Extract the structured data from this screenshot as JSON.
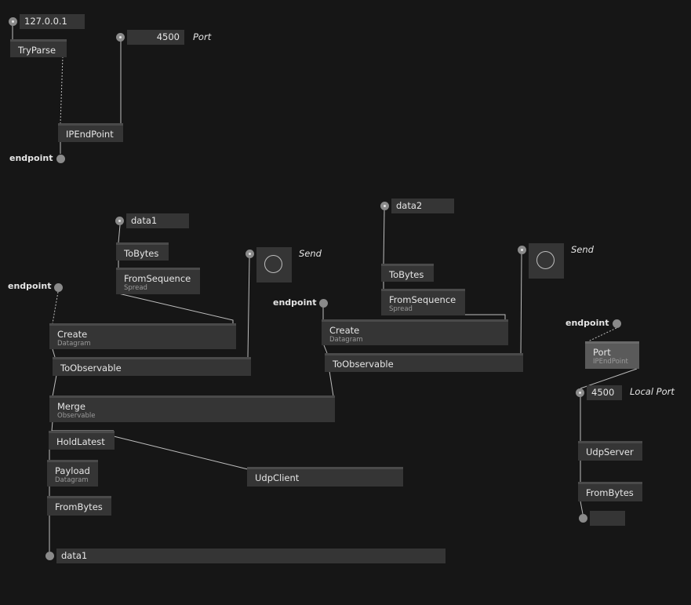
{
  "top": {
    "ip_value": "127.0.0.1",
    "tryparse_label": "TryParse",
    "port_value": "4500",
    "port_label": "Port",
    "ipendpoint_label": "IPEndPoint",
    "endpoint_out_label": "endpoint"
  },
  "send1": {
    "data_value": "data1",
    "tobytes_label": "ToBytes",
    "fromsequence_label": "FromSequence",
    "fromsequence_sub": "Spread",
    "send_label": "Send",
    "endpoint_label": "endpoint",
    "create_label": "Create",
    "create_sub": "Datagram",
    "toobservable_label": "ToObservable"
  },
  "send2": {
    "data_value": "data2",
    "tobytes_label": "ToBytes",
    "fromsequence_label": "FromSequence",
    "fromsequence_sub": "Spread",
    "send_label": "Send",
    "endpoint_label": "endpoint",
    "create_label": "Create",
    "create_sub": "Datagram",
    "toobservable_label": "ToObservable"
  },
  "merge": {
    "merge_label": "Merge",
    "merge_sub": "Observable",
    "holdlatest_label": "HoldLatest",
    "payload_label": "Payload",
    "payload_sub": "Datagram",
    "frombytes_label": "FromBytes",
    "udpclient_label": "UdpClient",
    "output_value": "data1"
  },
  "server": {
    "endpoint_label": "endpoint",
    "port_label": "Port",
    "port_sub": "IPEndPoint",
    "local_port_value": "4500",
    "local_port_label": "Local Port",
    "udpserver_label": "UdpServer",
    "frombytes_label": "FromBytes",
    "output_value": ""
  }
}
